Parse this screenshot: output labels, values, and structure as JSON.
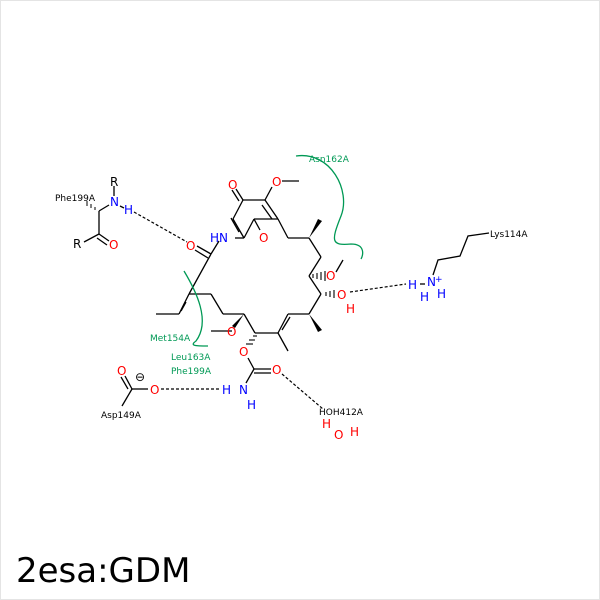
{
  "title": "2esa:GDM",
  "residues": {
    "phe199": "Phe199A",
    "asn162": "Asn162A",
    "lys114": "Lys114A",
    "met154": "Met154A",
    "leu163": "Leu163A",
    "phe199b": "Phe199A",
    "asp149": "Asp149A",
    "hoh412": "HOH412A"
  },
  "atoms": {
    "O": "O",
    "N": "N",
    "H": "H",
    "HN": "HN",
    "R": "R",
    "plus": "+",
    "minus": "⊖"
  },
  "colors": {
    "oxygen": "#ff0000",
    "nitrogen": "#0000ff",
    "hydrophobic": "#009955"
  }
}
